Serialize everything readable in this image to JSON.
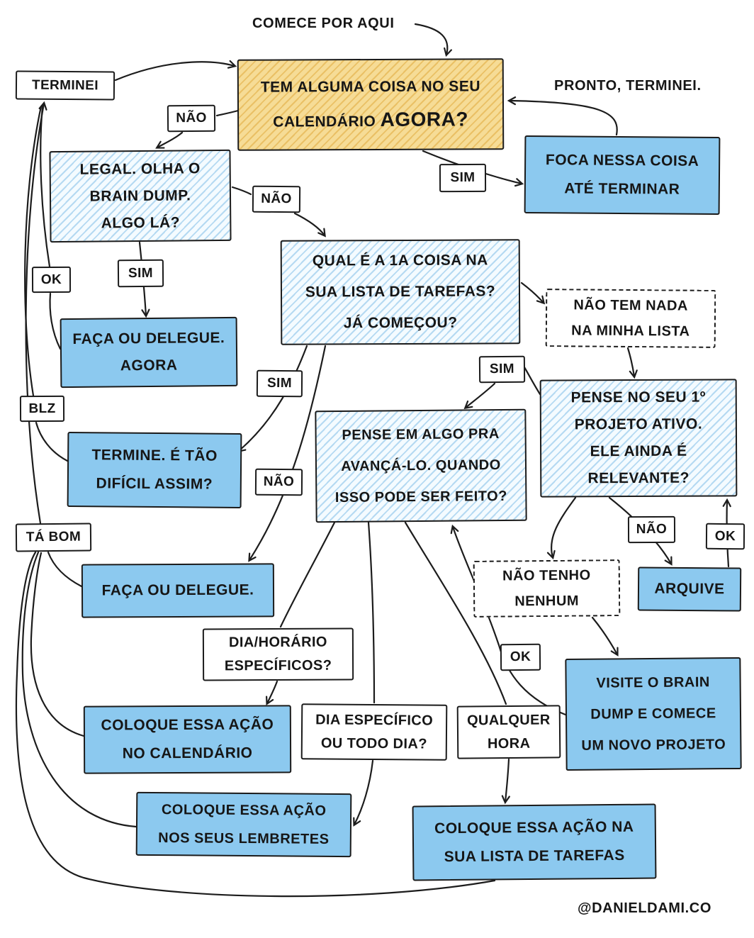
{
  "page": {
    "start_hint": "COMECE POR AQUI",
    "done_hint": "PRONTO, TERMINEI.",
    "credit": "@DANIELDAMI.CO"
  },
  "colors": {
    "node_blue": "#8cc9ef",
    "node_yellow": "#f6dc96",
    "ink": "#1b1b1b"
  },
  "nodes": {
    "calendar_question": {
      "line1": "TEM ALGUMA COISA NO SEU",
      "line2a": "CALENDÁRIO",
      "line2b": "AGORA?"
    },
    "focus": {
      "lines": [
        "FOCA NESSA COISA",
        "ATÉ TERMINAR"
      ]
    },
    "brain_dump_check": {
      "lines": [
        "LEGAL. OLHA O",
        "BRAIN DUMP.",
        "ALGO LÁ?"
      ]
    },
    "first_task": {
      "lines": [
        "QUAL É A 1A COISA NA",
        "SUA LISTA DE TAREFAS?",
        "JÁ COMEÇOU?"
      ]
    },
    "do_delegate_now": {
      "lines": [
        "FAÇA OU DELEGUE.",
        "AGORA"
      ]
    },
    "nothing_on_list": {
      "lines": [
        "NÃO TEM NADA",
        "NA MINHA LISTA"
      ]
    },
    "first_project": {
      "lines": [
        "PENSE NO SEU 1º",
        "PROJETO ATIVO.",
        "ELE AINDA É",
        "RELEVANTE?"
      ]
    },
    "finish_it": {
      "lines": [
        "TERMINE. É TÃO",
        "DIFÍCIL ASSIM?"
      ]
    },
    "next_action": {
      "lines": [
        "PENSE EM ALGO PRA",
        "AVANÇÁ-LO. QUANDO",
        "ISSO PODE SER FEITO?"
      ]
    },
    "do_delegate": {
      "lines": [
        "FAÇA OU DELEGUE."
      ]
    },
    "no_projects": {
      "lines": [
        "NÃO TENHO",
        "NENHUM"
      ]
    },
    "archive": {
      "lines": [
        "ARQUIVE"
      ]
    },
    "visit_brain_dump": {
      "lines": [
        "VISITE O BRAIN",
        "DUMP E COMECE",
        "UM NOVO PROJETO"
      ]
    },
    "calendar_action": {
      "lines": [
        "COLOQUE ESSA AÇÃO",
        "NO CALENDÁRIO"
      ]
    },
    "reminders_action": {
      "lines": [
        "COLOQUE ESSA AÇÃO",
        "NOS SEUS LEMBRETES"
      ]
    },
    "task_list_action": {
      "lines": [
        "COLOQUE ESSA AÇÃO NA",
        "SUA LISTA DE TAREFAS"
      ]
    }
  },
  "labels": {
    "terminei": "TERMINEI",
    "nao_calendar": "NÃO",
    "sim_calendar": "SIM",
    "nao_brain_dump": "NÃO",
    "sim_brain_dump": "SIM",
    "ok_feito": "OK",
    "sim_comecou": "SIM",
    "blz": "BLZ",
    "nao_comecou": "NÃO",
    "ta_bom": "TÁ BOM",
    "sim_relevante": "SIM",
    "nao_relevante": "NÃO",
    "ok_arquivado": "OK",
    "ok_projeto": "OK",
    "dia_horario": {
      "lines": [
        "DIA/HORÁRIO",
        "ESPECÍFICOS?"
      ]
    },
    "dia_especifico": {
      "lines": [
        "DIA ESPECÍFICO",
        "OU TODO DIA?"
      ]
    },
    "qualquer_hora": {
      "lines": [
        "QUALQUER",
        "HORA"
      ]
    }
  }
}
